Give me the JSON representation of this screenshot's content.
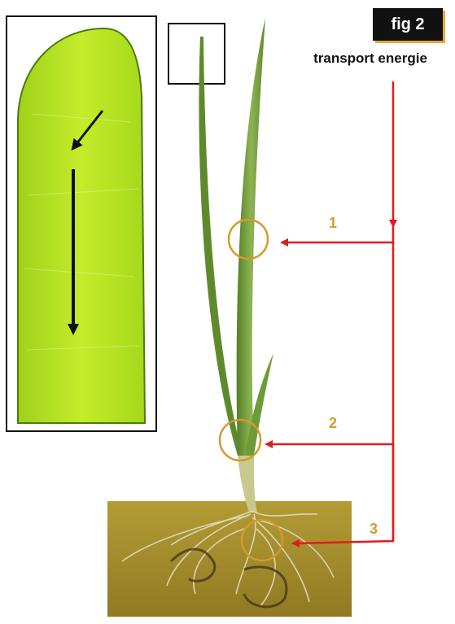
{
  "figure": {
    "label": "fig 2",
    "title": "transport energie"
  },
  "markers": [
    {
      "number": "1"
    },
    {
      "number": "2"
    },
    {
      "number": "3"
    }
  ],
  "colors": {
    "arrow": "#e01d1d",
    "circle": "#d49a2c",
    "label": "#d49a2c",
    "leaf_inset": "#b8e01c",
    "plant_green": "#6f9a3a",
    "soil": "#a8922e",
    "badge_bg": "#111111"
  },
  "icons": {
    "leaf_arrow_diagonal": "arrow-down-left-icon",
    "leaf_arrow_vertical": "arrow-down-icon"
  }
}
